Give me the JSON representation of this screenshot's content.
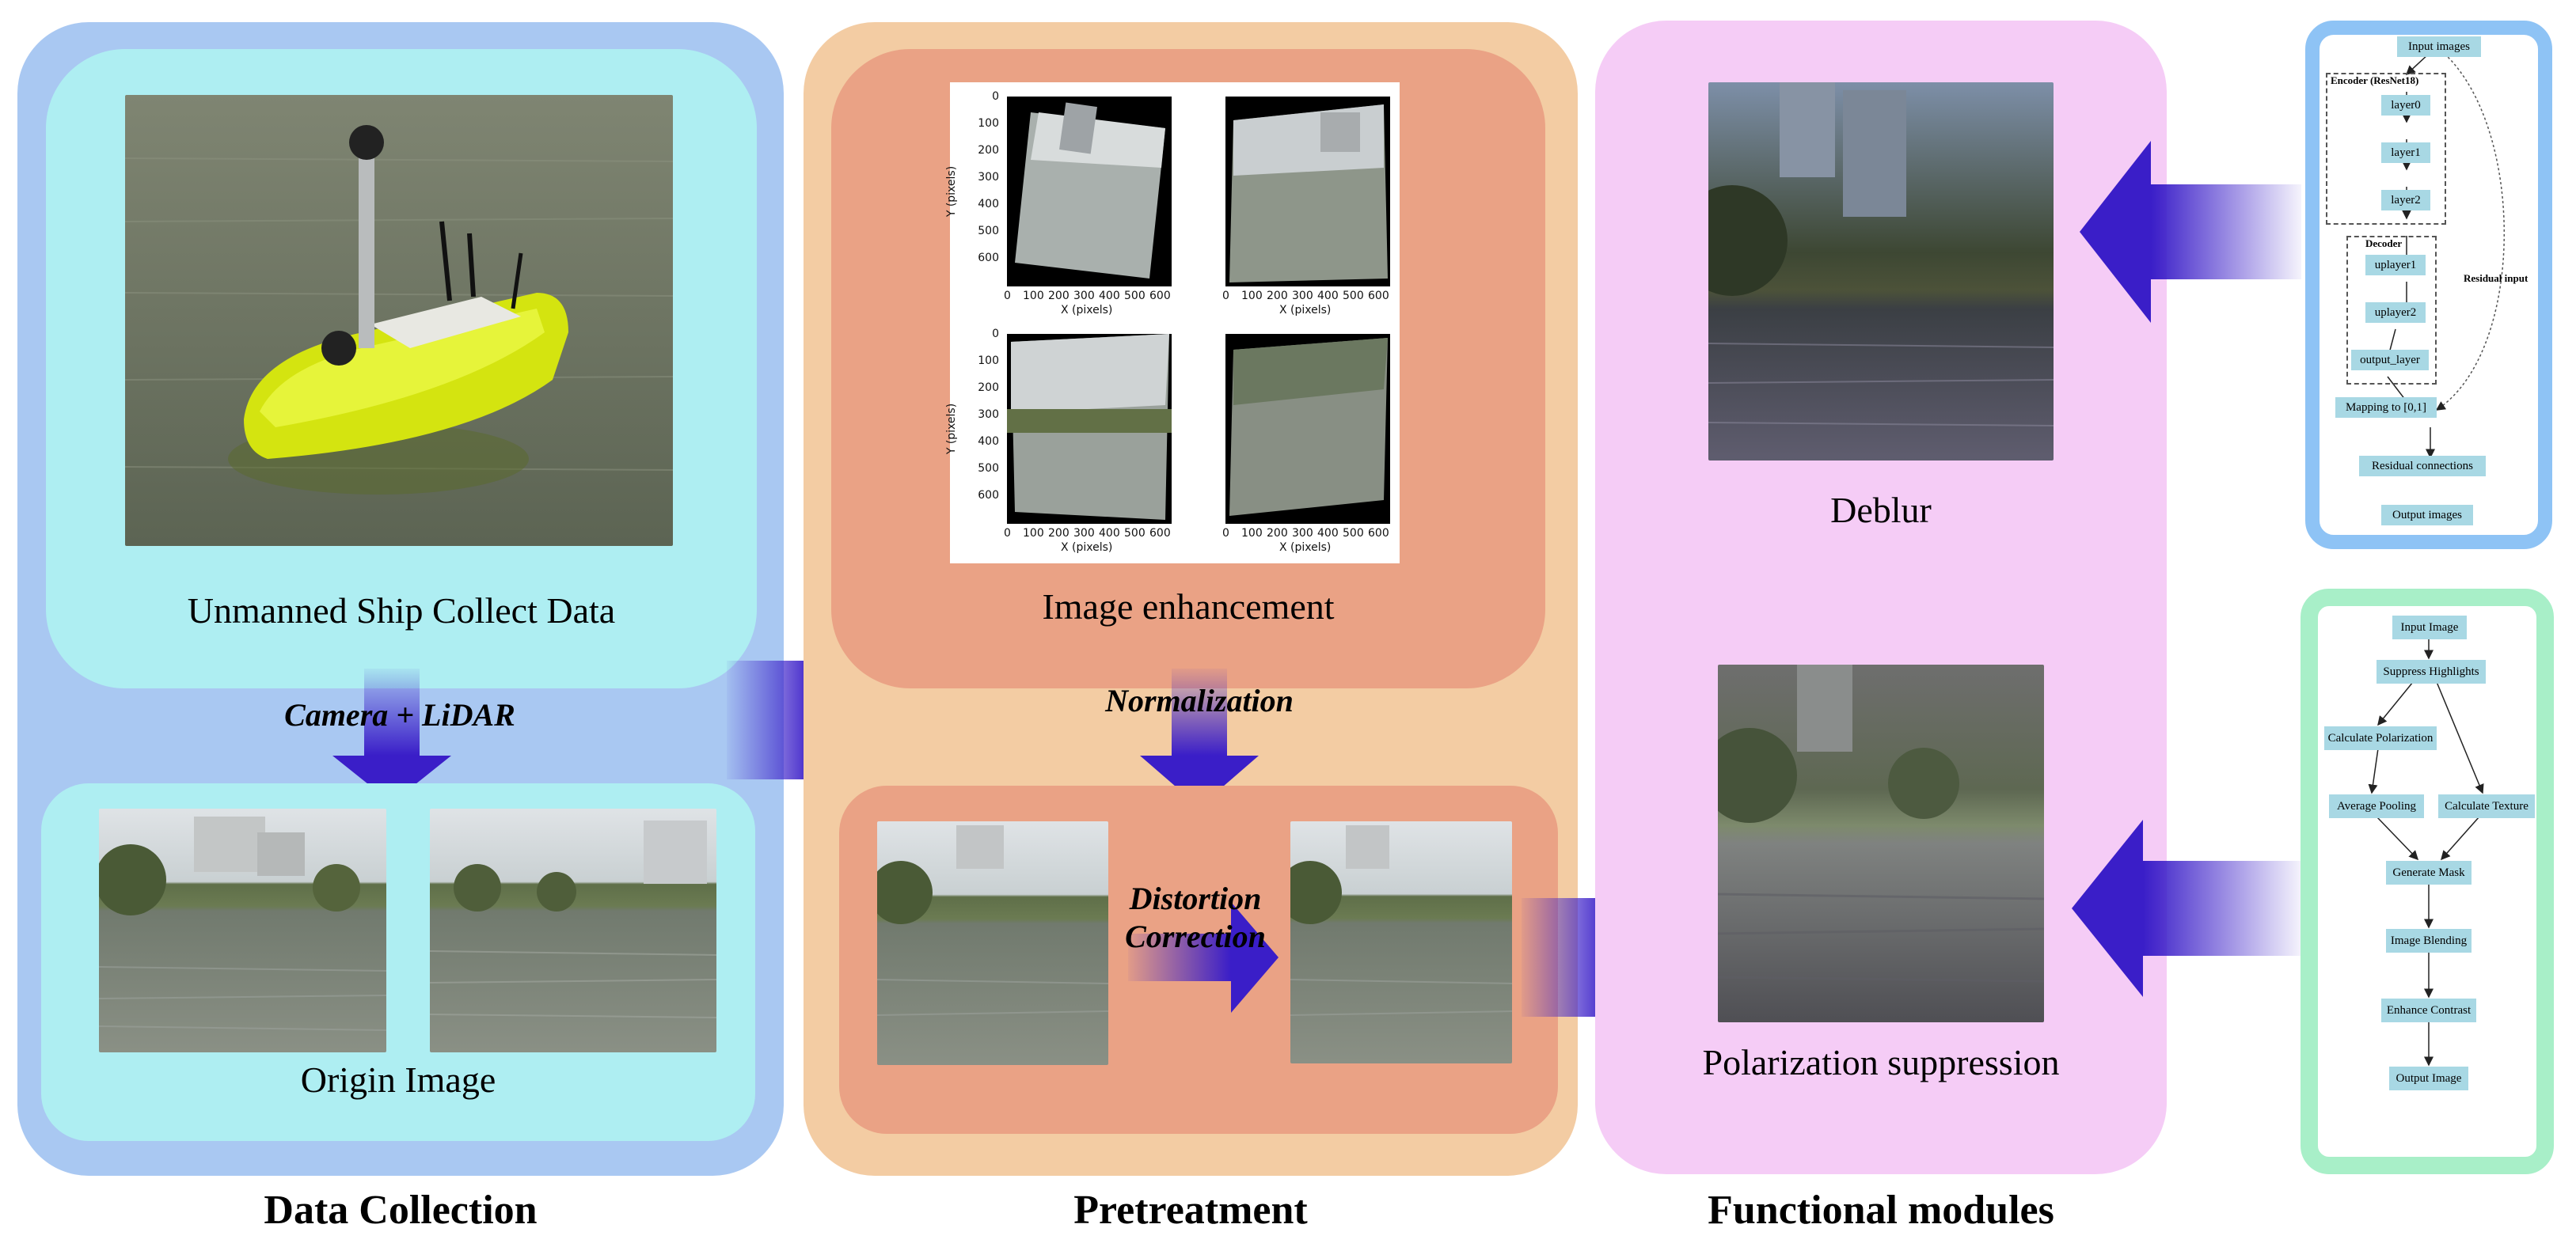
{
  "sections": {
    "data_collection": "Data Collection",
    "pretreatment": "Pretreatment",
    "functional_modules": "Functional modules"
  },
  "captions": {
    "ship": "Unmanned Ship Collect Data",
    "origin": "Origin Image",
    "enhancement": "Image enhancement",
    "deblur": "Deblur",
    "polarization": "Polarization suppression"
  },
  "arrow_labels": {
    "camera": "Camera + LiDAR",
    "normalization": "Normalization",
    "distortion_line1": "Distortion",
    "distortion_line2": "Correction"
  },
  "plots": {
    "y_label": "Y (pixels)",
    "x_label": "X (pixels)",
    "y_ticks": [
      "0",
      "100",
      "200",
      "300",
      "400",
      "500",
      "600"
    ],
    "x_ticks": [
      "0",
      "100",
      "200",
      "300",
      "400",
      "500",
      "600"
    ]
  },
  "deblur_flow": {
    "input": "Input images",
    "encoder": "Encoder (ResNet18)",
    "layer0": "layer0",
    "layer1": "layer1",
    "layer2": "layer2",
    "decoder": "Decoder",
    "uplayer1": "uplayer1",
    "uplayer2": "uplayer2",
    "output_layer": "output_layer",
    "mapping": "Mapping to [0,1]",
    "residual_input": "Residual input",
    "residual_connections": "Residual connections",
    "output": "Output images"
  },
  "polar_flow": {
    "input": "Input Image",
    "suppress": "Suppress Highlights",
    "calc_polar": "Calculate Polarization",
    "avg_pool": "Average Pooling",
    "calc_texture": "Calculate Texture",
    "gen_mask": "Generate Mask",
    "blend": "Image Blending",
    "contrast": "Enhance Contrast",
    "output": "Output Image"
  },
  "colors": {
    "data_collection_outer": "#a9c8f2",
    "data_collection_inner": "#aeeef2",
    "pretreatment_outer": "#f3cca3",
    "pretreatment_inner": "#eaa285",
    "functional": "#f5ccf6",
    "arrow": "#3a1ec8",
    "deblur_border": "#8ec3f5",
    "polar_border": "#a8efc8",
    "flow_node": "#a8d8e4"
  }
}
